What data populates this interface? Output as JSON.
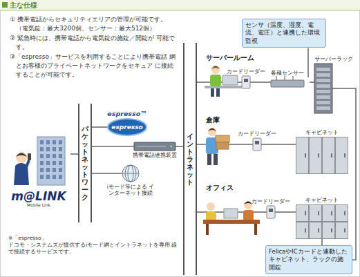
{
  "diagram": {
    "title": "主な仕様",
    "nodes": [
      {
        "text": [
          "m@LINK",
          "Mobile Link"
        ]
      },
      {
        "text": [
          "パケットネットワーク"
        ]
      },
      {
        "text": [
          "espresso™",
          "espresso"
        ]
      },
      {
        "text": [
          "携帯電話連携装置"
        ]
      },
      {
        "text": [
          "iモード等による インターネット接続"
        ]
      },
      {
        "text": [
          "イントラネット"
        ]
      },
      {
        "text": [
          "カードリーダー"
        ]
      },
      {
        "text": [
          "各種センサー"
        ]
      },
      {
        "text": [
          "サーバーラック"
        ]
      },
      {
        "text": [
          "カードリーダー"
        ]
      },
      {
        "text": [
          "キャビネット"
        ]
      },
      {
        "text": [
          "カードリーダー"
        ]
      },
      {
        "text": [
          "キャビネット"
        ]
      },
      {
        "text": [
          "センサ（温度、湿度、電流、電圧）と連携した環境監視"
        ]
      },
      {
        "text": [
          "FelicaやICカードと連動した キャビネット、ラックの施開錠"
        ]
      }
    ],
    "edges": [
      {
        "from": 0,
        "to": 1,
        "arrow": "none"
      },
      {
        "from": 1,
        "to": 2,
        "arrow": "none"
      },
      {
        "from": 1,
        "to": 3,
        "arrow": "none"
      },
      {
        "from": 1,
        "to": 4,
        "arrow": "none"
      },
      {
        "from": 3,
        "to": 5,
        "arrow": "none"
      },
      {
        "from": 5,
        "to": 6,
        "arrow": "none"
      },
      {
        "from": 6,
        "to": 7,
        "arrow": "none"
      },
      {
        "from": 7,
        "to": 8,
        "arrow": "none"
      },
      {
        "from": 5,
        "to": 9,
        "arrow": "none"
      },
      {
        "from": 9,
        "to": 10,
        "arrow": "none"
      },
      {
        "from": 5,
        "to": 11,
        "arrow": "none"
      },
      {
        "from": 11,
        "to": 12,
        "arrow": "none"
      },
      {
        "from": 14,
        "to": 8,
        "arrow": "none"
      },
      {
        "from": 14,
        "to": 12,
        "arrow": "none"
      },
      {
        "from": 13,
        "to": 7,
        "arrow": "none"
      }
    ],
    "labels": [
      "① 携帯電話からセキュリティエリアの管理が可能です。 （電気錠：最大3200個、センサー：最大512個）",
      "② 緊急時には、携帯電話から電気錠の施錠／開錠が 可能です。",
      "③「espresso」サービスを利用することにより携帯電話 網とお客様のプライベートネットワークをセキュア に接続することが可能です。",
      "サーバールーム",
      "倉庫",
      "オフィス",
      "※「espresso」",
      "ドコモ・システムズが提供するiモード網とイントラネットを専用 線で接続するサービスです。"
    ]
  }
}
